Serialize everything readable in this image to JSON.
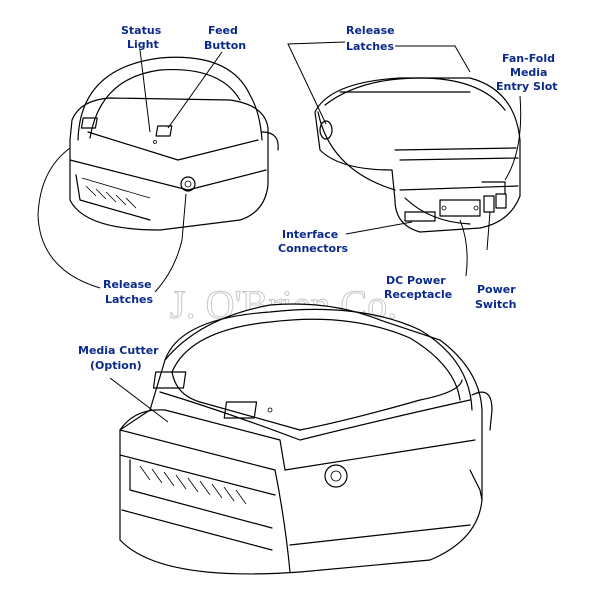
{
  "watermark": "J. O'Brien Co.",
  "labels": {
    "status_light": [
      "Status",
      "Light"
    ],
    "feed_button": [
      "Feed",
      "Button"
    ],
    "release_latches_top": [
      "Release",
      "Latches"
    ],
    "fan_fold": [
      "Fan-Fold",
      "Media",
      "Entry Slot"
    ],
    "interface_connectors": [
      "Interface",
      "Connectors"
    ],
    "dc_power": [
      "DC Power",
      "Receptacle"
    ],
    "power_switch": [
      "Power",
      "Switch"
    ],
    "release_latches_left": [
      "Release",
      "Latches"
    ],
    "media_cutter": [
      "Media Cutter",
      "(Option)"
    ]
  }
}
